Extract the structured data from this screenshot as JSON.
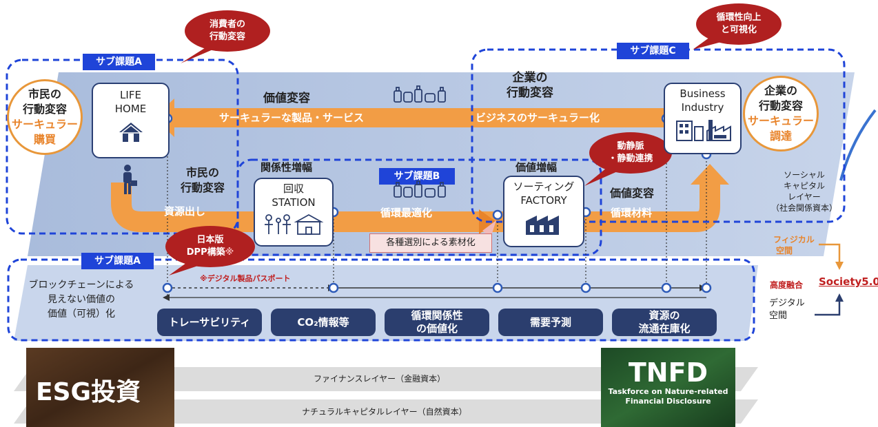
{
  "sub_tasks": {
    "a_top": "サブ課題A",
    "b": "サブ課題B",
    "c": "サブ課題C",
    "a_bottom": "サブ課題A"
  },
  "bubbles": {
    "consumer": [
      "消費者の",
      "行動変容"
    ],
    "circularity": [
      "循環性向上",
      "と可視化"
    ],
    "venous": [
      "動静脈",
      "・静動連携"
    ],
    "dpp_line1": "日本版",
    "dpp_line2_main": "DPP構築",
    "dpp_line2_mark": "※"
  },
  "citizen_circle": {
    "title": [
      "市民の",
      "行動変容"
    ],
    "sub": [
      "サーキュラー",
      "購買"
    ]
  },
  "corp_circle": {
    "title": [
      "企業の",
      "行動変容"
    ],
    "sub": [
      "サーキュラー",
      "調達"
    ]
  },
  "nodes": {
    "life": [
      "LIFE",
      "HOME"
    ],
    "business": [
      "Business",
      "Industry"
    ],
    "station": [
      "回収",
      "STATION"
    ],
    "factory": [
      "ソーティング",
      "FACTORY"
    ]
  },
  "labels": {
    "value_change_top": "価値変容",
    "corp_behavior": [
      "企業の",
      "行動変容"
    ],
    "citizen_behavior": [
      "市民の",
      "行動変容"
    ],
    "relation_amp": "関係性増幅",
    "value_amp": "価値増幅",
    "value_change_right": "価値変容",
    "sorting_note": "各種選別による素材化",
    "dpp_note": "※デジタル製品パスポート"
  },
  "flows": {
    "top_left": "サーキュラーな製品・サービス",
    "top_right": "ビジネスのサーキュラー化",
    "resource_out": "資源出し",
    "cycle_opt": "循環最適化",
    "cycle_material": "循環材料"
  },
  "social_layer": [
    "ソーシャル",
    "キャピタル",
    "レイヤー",
    "（社会関係資本）"
  ],
  "blockchain": [
    "ブロックチェーンによる",
    "見えない価値の",
    "価値（可視）化"
  ],
  "digital_boxes": [
    [
      "トレーサビリティ"
    ],
    [
      "CO₂情報等"
    ],
    [
      "循環関係性",
      "の価値化"
    ],
    [
      "需要予測"
    ],
    [
      "資源の",
      "流通在庫化"
    ]
  ],
  "side": {
    "physical": [
      "フィジカル",
      "空間"
    ],
    "fusion": "高度融合",
    "society": "Society5.0",
    "digital": [
      "デジタル",
      "空間"
    ]
  },
  "finance_layer": "ファイナンスレイヤー（金融資本）",
  "natural_layer": "ナチュラルキャピタルレイヤー（自然資本）",
  "esg": "ESG投資",
  "tnfd": {
    "title": "TNFD",
    "sub": [
      "Taskforce on Nature-related",
      "Financial Disclosure"
    ]
  },
  "colors": {
    "blue": "#1f44d8",
    "orange": "#f29d45",
    "navy": "#2b3e6e",
    "red": "#b02020",
    "layer": "#b9c8e2"
  }
}
